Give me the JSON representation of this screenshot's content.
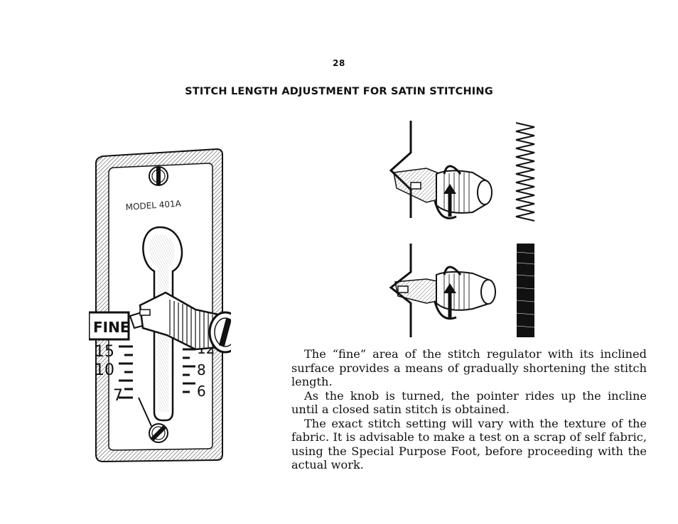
{
  "page_number": "28",
  "title": "STITCH LENGTH ADJUSTMENT FOR SATIN STITCHING",
  "plate": {
    "model": "MODEL 401A",
    "fine_label": "FINE",
    "left_scale": [
      "15",
      "10",
      "7"
    ],
    "right_scale": [
      "12",
      "8",
      "6"
    ]
  },
  "paragraphs": [
    "The “fine” area of the stitch regulator with its inclined surface provides a means of gradually shortening the stitch length.",
    "As the knob is turned, the pointer rides up the incline until a closed satin stitch is obtained.",
    "The exact stitch setting will vary with the texture of the fabric. It is advisable to make a test on a scrap of self fabric, using the Special Purpose Foot, before proceeding with the actual work."
  ]
}
